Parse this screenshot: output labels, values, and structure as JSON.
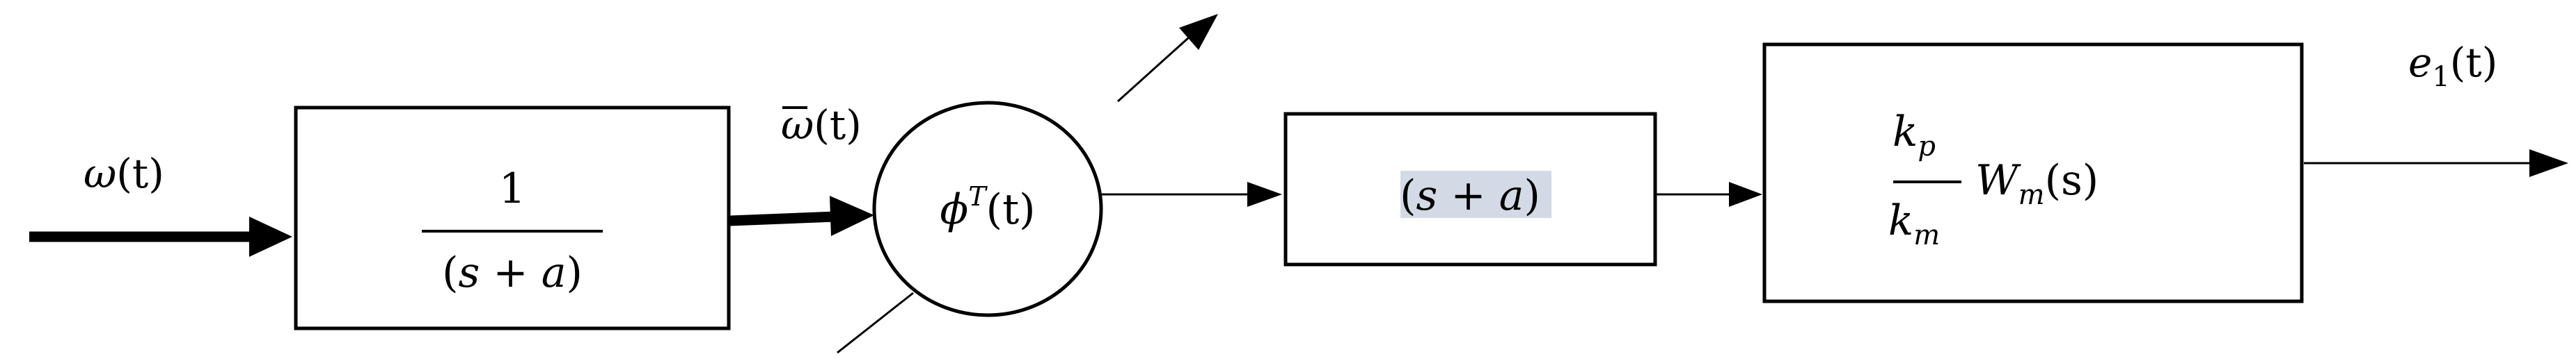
{
  "colors": {
    "stroke": "#000000",
    "highlight": "#d3dae5",
    "background": "#ffffff"
  },
  "signals": {
    "input": {
      "name": "ω",
      "arg": "(t)"
    },
    "filtered": {
      "name": "ω",
      "arg": "(t)"
    },
    "output": {
      "name": "e",
      "sub": "1",
      "arg": "(t)"
    }
  },
  "blocks": {
    "filter": {
      "num": "1",
      "den_open": "(",
      "den_s": "s",
      "den_plus": " + ",
      "den_a": "a",
      "den_close": ")"
    },
    "summer": {
      "phi": "ϕ",
      "sup": "T",
      "arg": "(t)"
    },
    "lead": {
      "open": "(",
      "s": "s",
      "plus": " + ",
      "a": "a",
      "close": ")"
    },
    "plant": {
      "kp": "k",
      "kp_sub": "p",
      "km": "k",
      "km_sub": "m",
      "W": "W",
      "W_sub": "m",
      "arg": "(s)"
    }
  }
}
